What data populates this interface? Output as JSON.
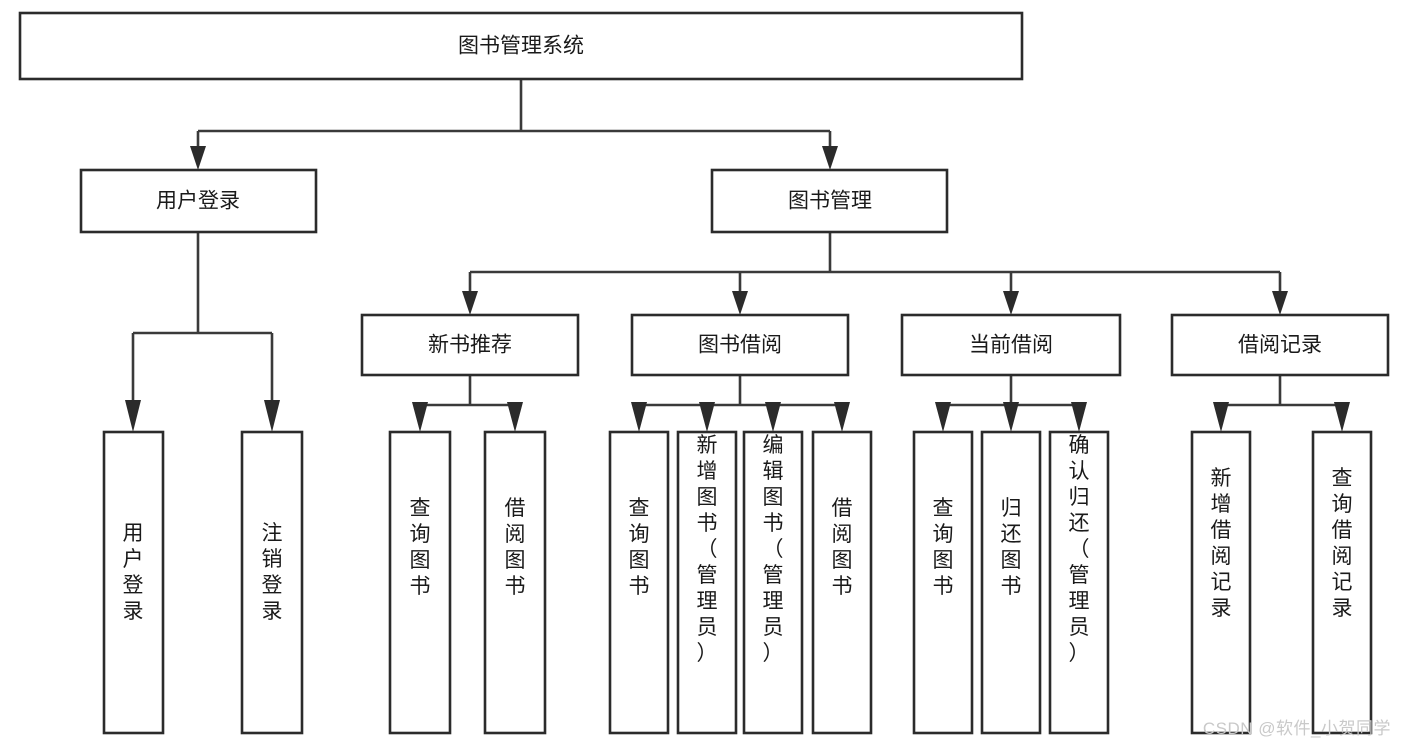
{
  "diagram": {
    "title": "图书管理系统",
    "watermark": "CSDN @软件_小贺同学",
    "colors": {
      "box_stroke": "#2b2b2b",
      "line": "#3a3a3a",
      "text": "#1a1a1a",
      "background": "#ffffff",
      "watermark": "#c9c9c9"
    },
    "type": "tree",
    "orientation": "top-down",
    "levels": 4,
    "root": {
      "label": "图书管理系统",
      "id": "root"
    },
    "level2": [
      {
        "id": "user-login",
        "label": "用户登录"
      },
      {
        "id": "book-management",
        "label": "图书管理"
      }
    ],
    "level3": [
      {
        "id": "new-book-recommend",
        "label": "新书推荐",
        "parent": "book-management"
      },
      {
        "id": "book-borrow",
        "label": "图书借阅",
        "parent": "book-management"
      },
      {
        "id": "current-borrow",
        "label": "当前借阅",
        "parent": "book-management"
      },
      {
        "id": "borrow-record",
        "label": "借阅记录",
        "parent": "book-management"
      }
    ],
    "leaves": [
      {
        "id": "leaf-user-login",
        "label": "用户登录",
        "parent": "user-login"
      },
      {
        "id": "leaf-logout-login",
        "label": "注销登录",
        "parent": "user-login"
      },
      {
        "id": "leaf-query-book-1",
        "label": "查询图书",
        "parent": "new-book-recommend"
      },
      {
        "id": "leaf-borrow-book-1",
        "label": "借阅图书",
        "parent": "new-book-recommend"
      },
      {
        "id": "leaf-query-book-2",
        "label": "查询图书",
        "parent": "book-borrow"
      },
      {
        "id": "leaf-add-book",
        "label": "新增图书（管理员）",
        "parent": "book-borrow"
      },
      {
        "id": "leaf-edit-book",
        "label": "编辑图书（管理员）",
        "parent": "book-borrow"
      },
      {
        "id": "leaf-borrow-book-2",
        "label": "借阅图书",
        "parent": "book-borrow"
      },
      {
        "id": "leaf-query-book-3",
        "label": "查询图书",
        "parent": "current-borrow"
      },
      {
        "id": "leaf-return-book",
        "label": "归还图书",
        "parent": "current-borrow"
      },
      {
        "id": "leaf-confirm-return",
        "label": "确认归还（管理员）",
        "parent": "current-borrow"
      },
      {
        "id": "leaf-add-record",
        "label": "新增借阅记录",
        "parent": "borrow-record"
      },
      {
        "id": "leaf-query-record",
        "label": "查询借阅记录",
        "parent": "borrow-record"
      }
    ]
  }
}
